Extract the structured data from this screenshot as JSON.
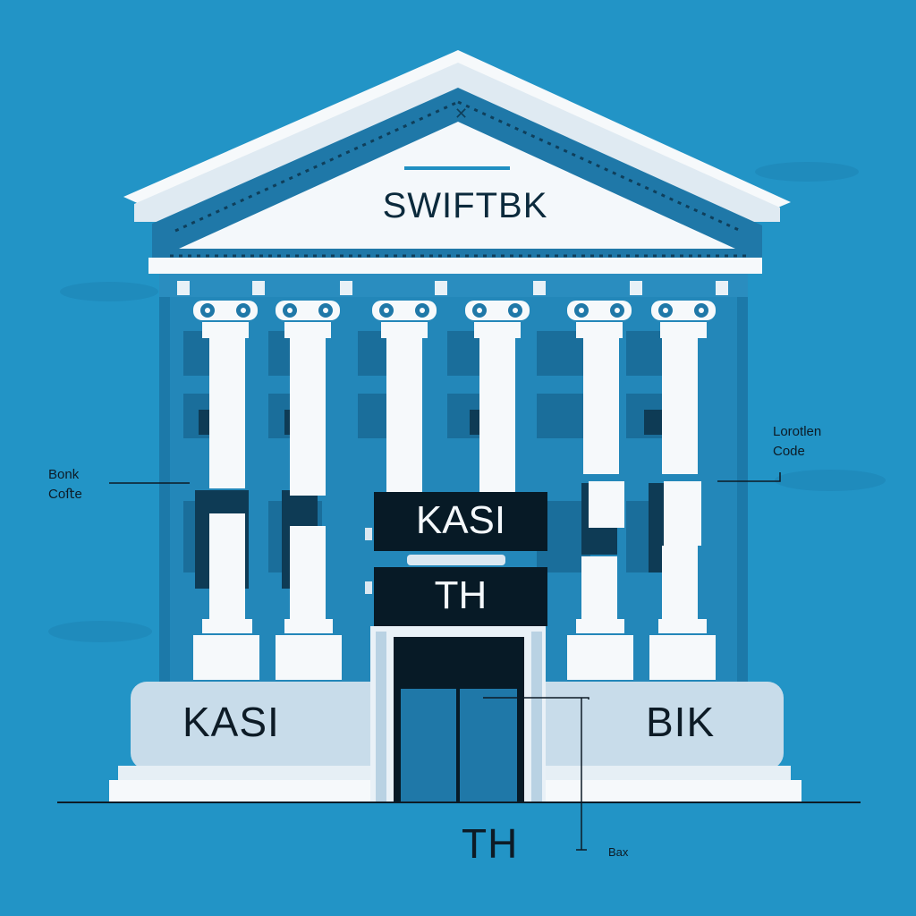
{
  "building": {
    "title": "SWIFTBK"
  },
  "plates": {
    "upper": "KASI",
    "lower": "TH"
  },
  "base": {
    "left": "KASI",
    "right": "BIK",
    "bottom": "TH"
  },
  "annotations": {
    "left_line1": "Bonk",
    "left_line2": "Coﬅe",
    "right_line1": "Lorotlen",
    "right_line2": "Code",
    "bottom_right": "Bax"
  },
  "colors": {
    "background": "#2294c6",
    "facade": "#1f7fb0",
    "marble": "#f6f9fb",
    "plate": "#071a26"
  }
}
